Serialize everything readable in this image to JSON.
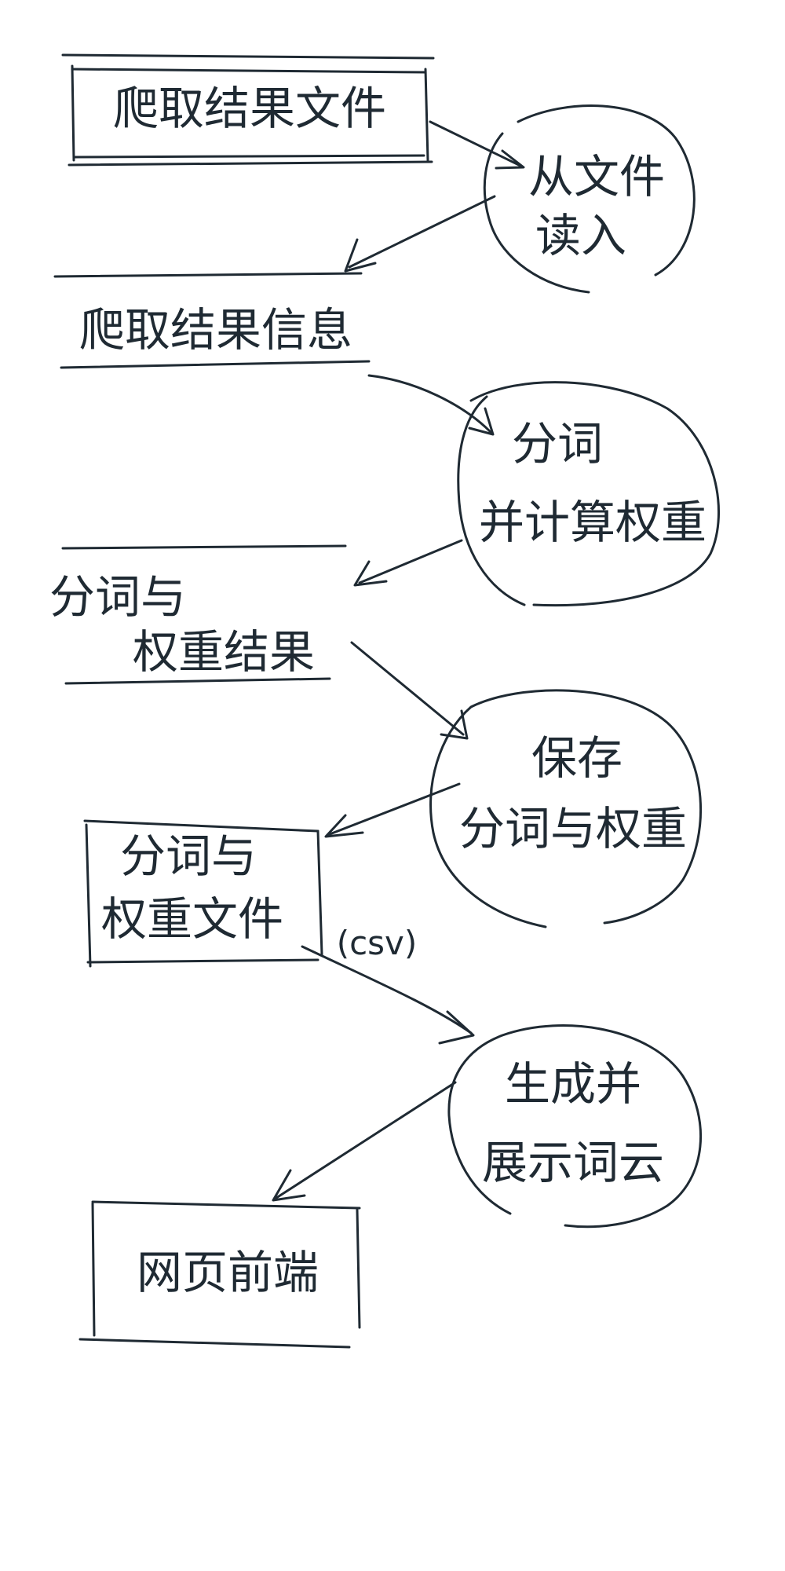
{
  "diagram": {
    "nodes": [
      {
        "id": "crawl-result-file",
        "shape": "box",
        "lines": [
          "爬取结果文件"
        ]
      },
      {
        "id": "read-from-file",
        "shape": "circle",
        "lines": [
          "从文件",
          "读入"
        ]
      },
      {
        "id": "crawl-result-info",
        "shape": "underline",
        "lines": [
          "爬取结果信息"
        ]
      },
      {
        "id": "segment-compute-weight",
        "shape": "circle",
        "lines": [
          "分词",
          "并计算权重"
        ]
      },
      {
        "id": "segment-weight-result",
        "shape": "underline",
        "lines": [
          "分词与",
          "权重结果"
        ]
      },
      {
        "id": "save-segment-weight",
        "shape": "circle",
        "lines": [
          "保存",
          "分词与权重"
        ]
      },
      {
        "id": "segment-weight-file",
        "shape": "box",
        "lines": [
          "分词与",
          "权重文件"
        ]
      },
      {
        "id": "generate-show-wordcloud",
        "shape": "circle",
        "lines": [
          "生成并",
          "展示词云"
        ]
      },
      {
        "id": "web-display",
        "shape": "box",
        "lines": [
          "网页前端"
        ]
      }
    ],
    "annotations": [
      {
        "id": "csv-note",
        "text": "(csv)"
      }
    ],
    "edges": [
      {
        "from": "crawl-result-file",
        "to": "read-from-file"
      },
      {
        "from": "read-from-file",
        "to": "crawl-result-info"
      },
      {
        "from": "crawl-result-info",
        "to": "segment-compute-weight"
      },
      {
        "from": "segment-compute-weight",
        "to": "segment-weight-result"
      },
      {
        "from": "segment-weight-result",
        "to": "save-segment-weight"
      },
      {
        "from": "save-segment-weight",
        "to": "segment-weight-file"
      },
      {
        "from": "segment-weight-file",
        "to": "generate-show-wordcloud"
      },
      {
        "from": "generate-show-wordcloud",
        "to": "web-display"
      }
    ]
  }
}
